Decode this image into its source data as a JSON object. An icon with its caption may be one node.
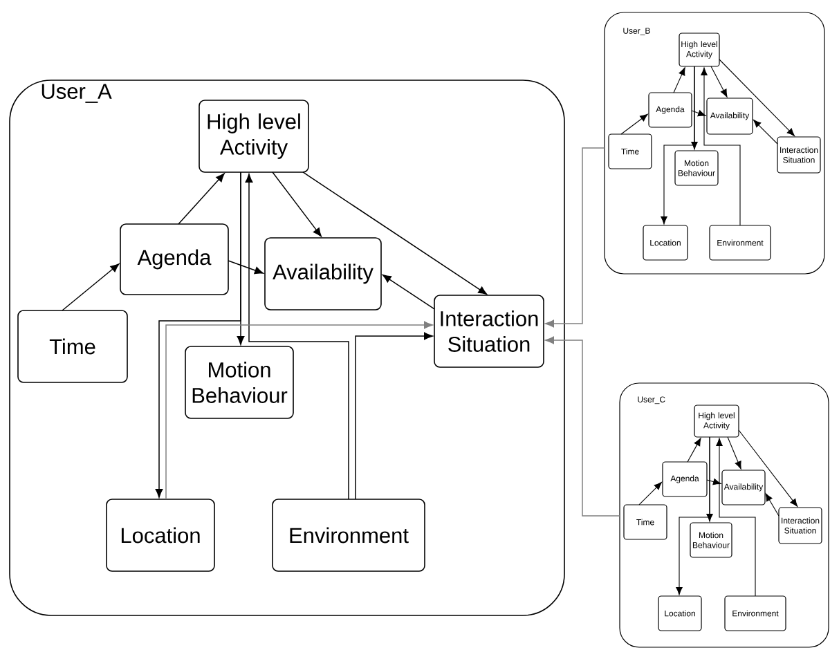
{
  "diagram": {
    "nodes": [
      {
        "text": [
          "User_A"
        ]
      },
      {
        "text": [
          "High level Activity"
        ],
        "in": 0
      },
      {
        "text": [
          "Agenda"
        ],
        "in": 0
      },
      {
        "text": [
          "Availability"
        ],
        "in": 0
      },
      {
        "text": [
          "Time"
        ],
        "in": 0
      },
      {
        "text": [
          "Interaction Situation"
        ],
        "in": 0
      },
      {
        "text": [
          "Motion Behaviour"
        ],
        "in": 0
      },
      {
        "text": [
          "Location"
        ],
        "in": 0
      },
      {
        "text": [
          "Environment"
        ],
        "in": 0
      },
      {
        "text": [
          "User_B"
        ]
      },
      {
        "text": [
          "High level Activity"
        ],
        "in": 9
      },
      {
        "text": [
          "Agenda"
        ],
        "in": 9
      },
      {
        "text": [
          "Availability"
        ],
        "in": 9
      },
      {
        "text": [
          "Time"
        ],
        "in": 9
      },
      {
        "text": [
          "Interaction Situation"
        ],
        "in": 9
      },
      {
        "text": [
          "Motion Behaviour"
        ],
        "in": 9
      },
      {
        "text": [
          "Location"
        ],
        "in": 9
      },
      {
        "text": [
          "Environment"
        ],
        "in": 9
      },
      {
        "text": [
          "User_C"
        ]
      },
      {
        "text": [
          "High level Activity"
        ],
        "in": 18
      },
      {
        "text": [
          "Agenda"
        ],
        "in": 18
      },
      {
        "text": [
          "Availability"
        ],
        "in": 18
      },
      {
        "text": [
          "Time"
        ],
        "in": 18
      },
      {
        "text": [
          "Interaction Situation"
        ],
        "in": 18
      },
      {
        "text": [
          "Motion Behaviour"
        ],
        "in": 18
      },
      {
        "text": [
          "Location"
        ],
        "in": 18
      },
      {
        "text": [
          "Environment"
        ],
        "in": 18
      }
    ],
    "edges": [
      {
        "from": 4,
        "to": 2,
        "arrow": "to"
      },
      {
        "from": 2,
        "to": 1,
        "arrow": "to"
      },
      {
        "from": 2,
        "to": 3,
        "arrow": "to"
      },
      {
        "from": 1,
        "to": 3,
        "arrow": "to"
      },
      {
        "from": 1,
        "to": 5,
        "arrow": "to"
      },
      {
        "from": 5,
        "to": 3,
        "arrow": "to"
      },
      {
        "from": 1,
        "to": 6,
        "arrow": "to"
      },
      {
        "from": 1,
        "to": 7,
        "arrow": "to"
      },
      {
        "from": 8,
        "to": 1,
        "arrow": "to"
      },
      {
        "from": 7,
        "to": 5,
        "arrow": "to",
        "color": "#808080"
      },
      {
        "from": 8,
        "to": 5,
        "arrow": "to"
      },
      {
        "from": 13,
        "to": 11,
        "arrow": "to"
      },
      {
        "from": 11,
        "to": 10,
        "arrow": "to"
      },
      {
        "from": 11,
        "to": 12,
        "arrow": "to"
      },
      {
        "from": 10,
        "to": 12,
        "arrow": "to"
      },
      {
        "from": 10,
        "to": 14,
        "arrow": "to"
      },
      {
        "from": 14,
        "to": 12,
        "arrow": "to"
      },
      {
        "from": 10,
        "to": 15,
        "arrow": "to"
      },
      {
        "from": 10,
        "to": 16,
        "arrow": "to"
      },
      {
        "from": 17,
        "to": 10,
        "arrow": "to"
      },
      {
        "from": 22,
        "to": 20,
        "arrow": "to"
      },
      {
        "from": 20,
        "to": 19,
        "arrow": "to"
      },
      {
        "from": 20,
        "to": 21,
        "arrow": "to"
      },
      {
        "from": 19,
        "to": 21,
        "arrow": "to"
      },
      {
        "from": 19,
        "to": 23,
        "arrow": "to"
      },
      {
        "from": 23,
        "to": 21,
        "arrow": "to"
      },
      {
        "from": 19,
        "to": 24,
        "arrow": "to"
      },
      {
        "from": 19,
        "to": 25,
        "arrow": "to"
      },
      {
        "from": 26,
        "to": 19,
        "arrow": "to"
      },
      {
        "from": 9,
        "to": 5,
        "arrow": "to",
        "color": "#808080"
      },
      {
        "from": 18,
        "to": 5,
        "arrow": "to",
        "color": "#808080"
      }
    ]
  }
}
